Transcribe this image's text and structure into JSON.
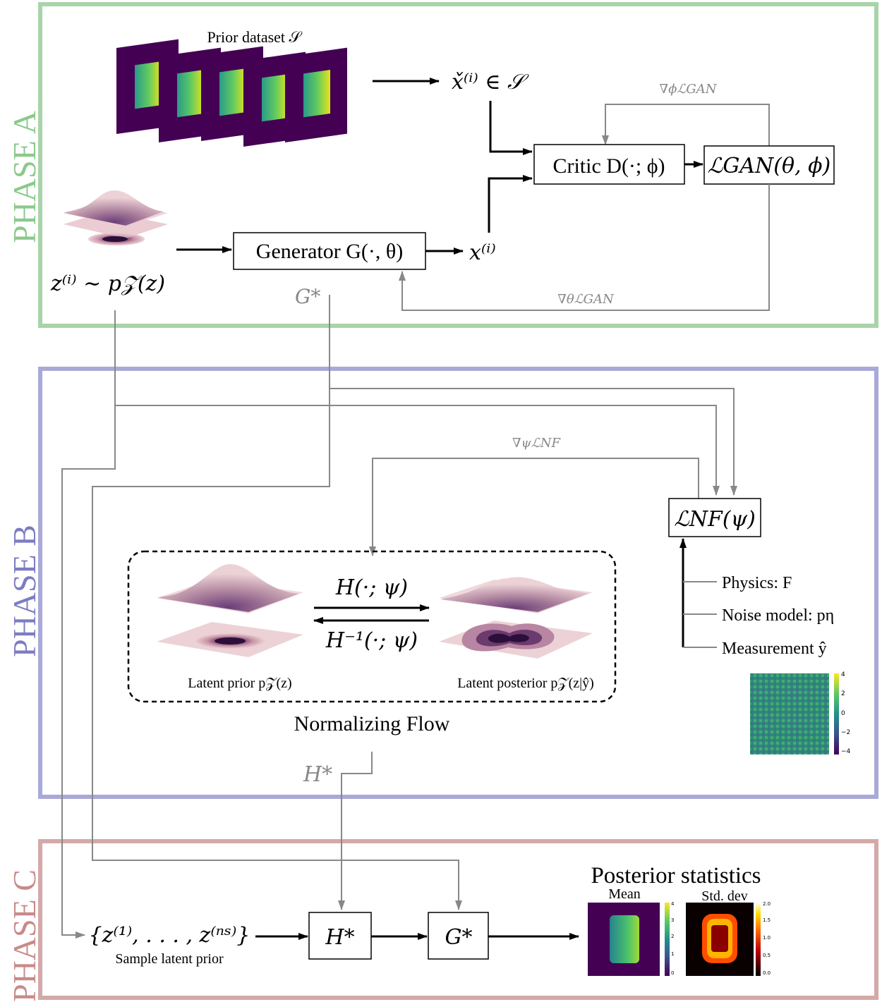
{
  "phases": {
    "a": {
      "label": "PHASE A",
      "color": "#a9d4a9"
    },
    "b": {
      "label": "PHASE B",
      "color": "#a9a9d8"
    },
    "c": {
      "label": "PHASE C",
      "color": "#d4a9a9"
    }
  },
  "phase_label_colors": {
    "a": "#8bc98b",
    "b": "#7d7dc3",
    "c": "#c98a8a"
  },
  "phase_a": {
    "dataset_label": "Prior dataset 𝒮",
    "sample_label": "x̌⁽ⁱ⁾ ∈ 𝒮",
    "critic_label": "Critic D(·; ϕ)",
    "loss_gan_label": "ℒGAN(θ, ϕ)",
    "grad_phi_label": "∇ϕℒGAN",
    "grad_theta_label": "∇θℒGAN",
    "latent_label": "z⁽ⁱ⁾ ∼ p𝒵(z)",
    "generator_label": "Generator G(·, θ)",
    "gen_out_label": "x⁽ⁱ⁾",
    "g_star_label": "G*"
  },
  "phase_b": {
    "grad_psi_label": "∇ψℒNF",
    "loss_nf_label": "ℒNF(ψ)",
    "physics_label": "Physics: F",
    "noise_label": "Noise model: pη",
    "measurement_label": "Measurement ŷ",
    "forward_label": "H(·; ψ)",
    "inverse_label": "H⁻¹(·; ψ)",
    "latent_prior_label": "Latent prior p𝒵(z)",
    "latent_posterior_label": "Latent posterior p𝒵(z|ŷ)",
    "flow_title": "Normalizing Flow",
    "h_star_label": "H*",
    "colorbar_ticks": [
      "4",
      "2",
      "0",
      "−2",
      "−4"
    ]
  },
  "phase_c": {
    "samples_label": "{z⁽¹⁾, . . . , z⁽ⁿˢ⁾}",
    "sample_caption": "Sample latent prior",
    "h_box_label": "H*",
    "g_box_label": "G*",
    "stats_title": "Posterior statistics",
    "mean_label": "Mean",
    "std_label": "Std. dev",
    "mean_ticks": [
      "4",
      "3",
      "2",
      "1",
      "0"
    ],
    "std_ticks": [
      "2.0",
      "1.5",
      "1.0",
      "0.5",
      "0.0"
    ]
  },
  "colors": {
    "gray_arrow": "#888888",
    "viridis_purple": "#440154",
    "surface_pink": "#ead3d7"
  }
}
